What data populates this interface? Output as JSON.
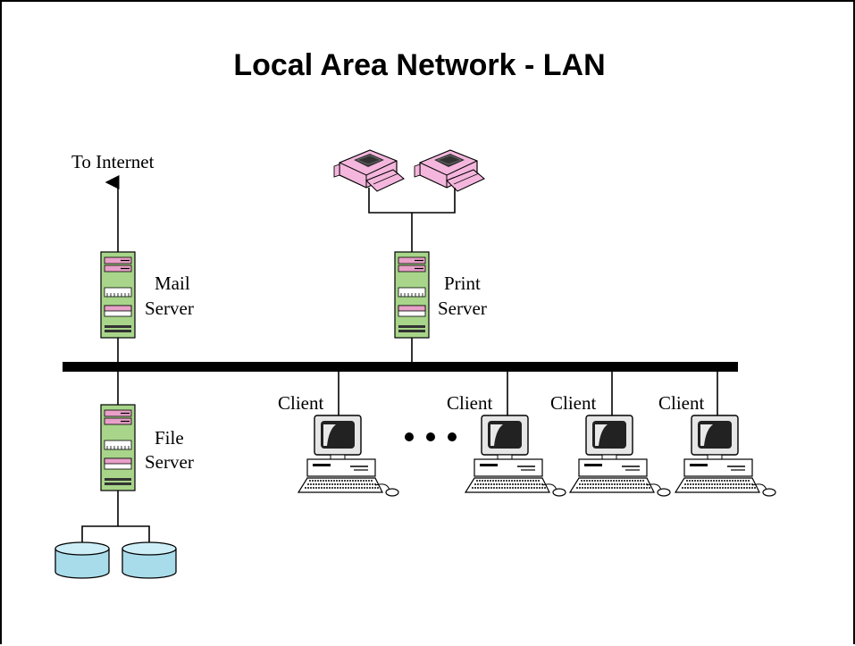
{
  "title": "Local Area Network - LAN",
  "labels": {
    "internet": "To Internet",
    "mail_server": [
      "Mail",
      "Server"
    ],
    "print_server": [
      "Print",
      "Server"
    ],
    "file_server": [
      "File",
      "Server"
    ],
    "client": "Client"
  },
  "colors": {
    "server_body": "#a8d58a",
    "server_bay": "#e8a0c8",
    "printer": "#f4b6dc",
    "disk": "#a9dcea",
    "bus": "#000000"
  },
  "icons": [
    "server-icon",
    "printer-icon",
    "desktop-computer-icon",
    "disk-icon",
    "arrow-up-icon",
    "ellipsis-icon"
  ]
}
